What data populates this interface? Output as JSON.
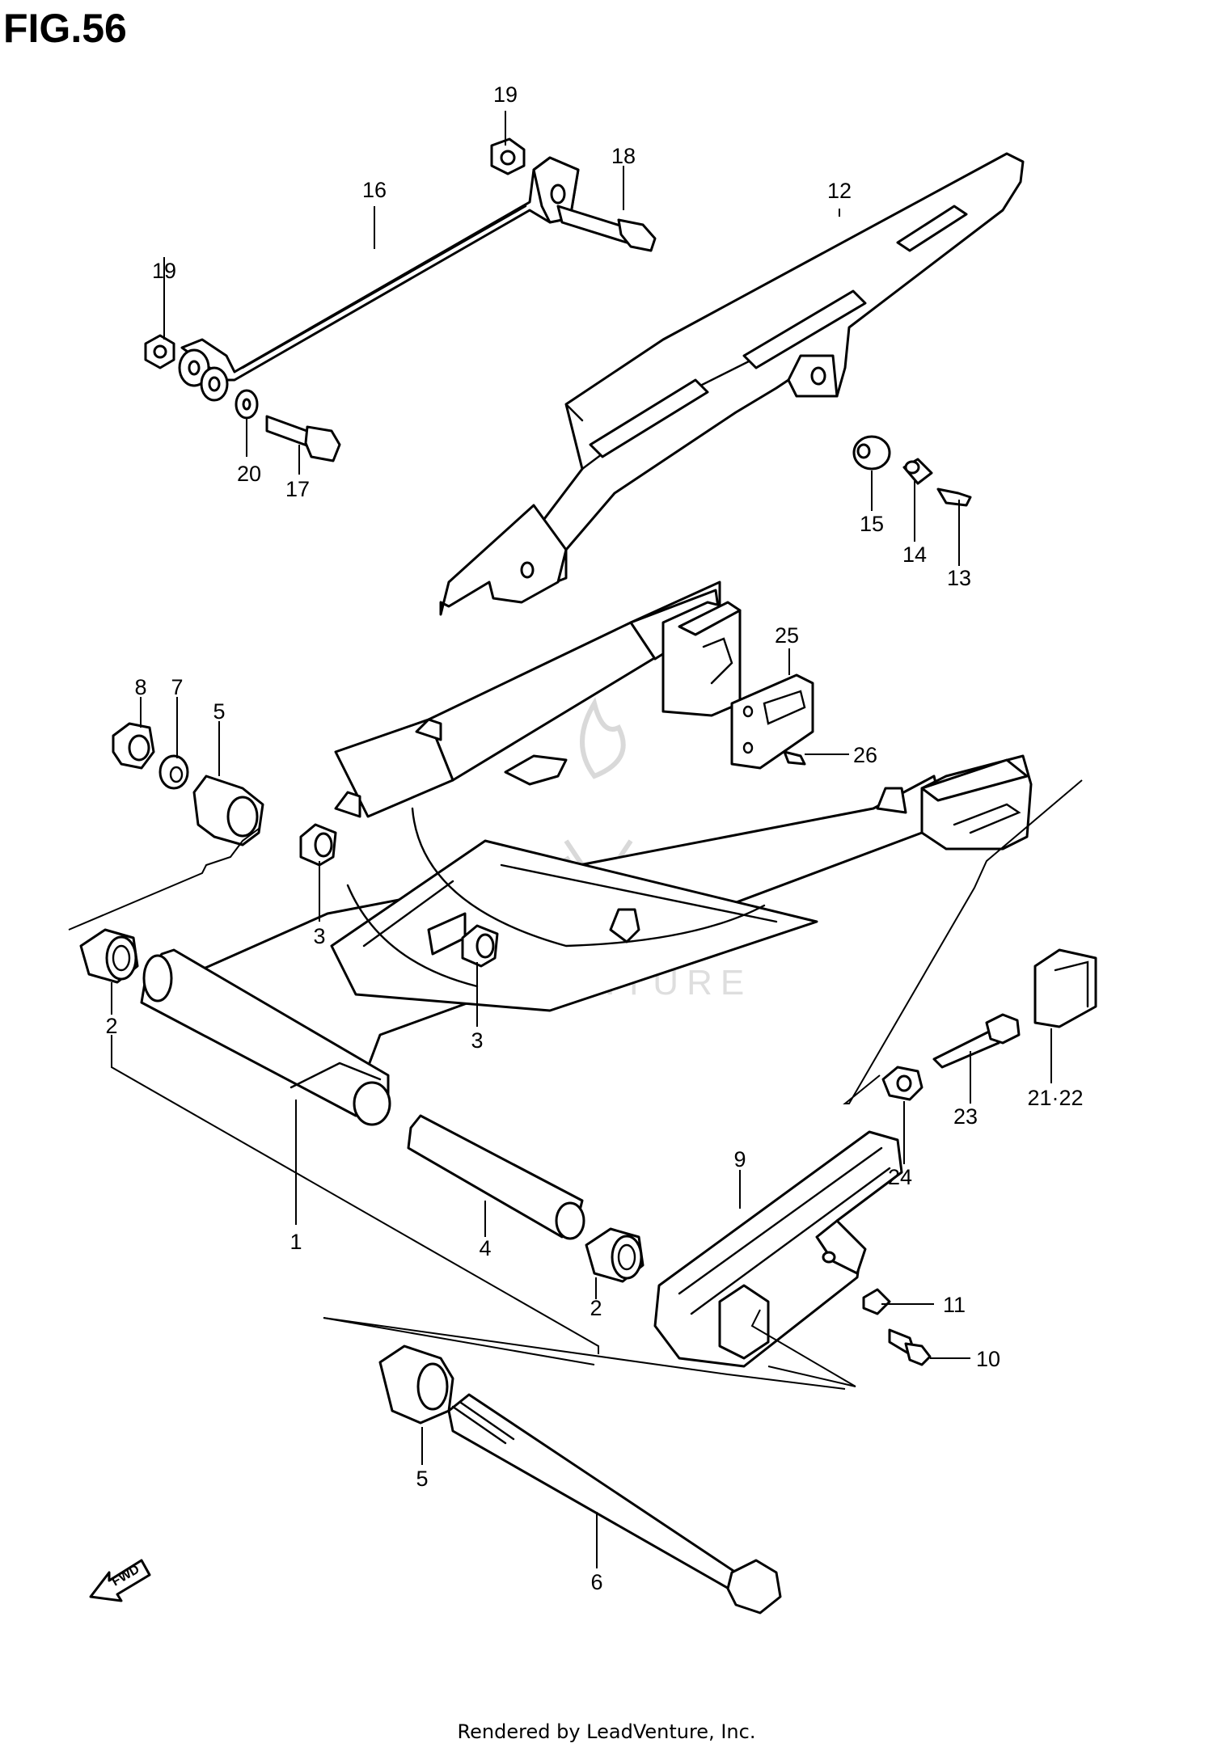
{
  "figure": {
    "title": "FIG.56",
    "watermark": "LEADVENTURE",
    "fwd_label": "FWD",
    "footer": "Rendered by LeadVenture, Inc."
  },
  "callouts": [
    "1",
    "2",
    "2",
    "3",
    "3",
    "4",
    "5",
    "5",
    "6",
    "7",
    "8",
    "9",
    "10",
    "11",
    "12",
    "13",
    "14",
    "15",
    "16",
    "17",
    "18",
    "19",
    "19",
    "20",
    "21·22",
    "23",
    "24",
    "25",
    "26"
  ],
  "colors": {
    "line": "#000000",
    "background": "#ffffff",
    "watermark": "#d9d9d9"
  }
}
